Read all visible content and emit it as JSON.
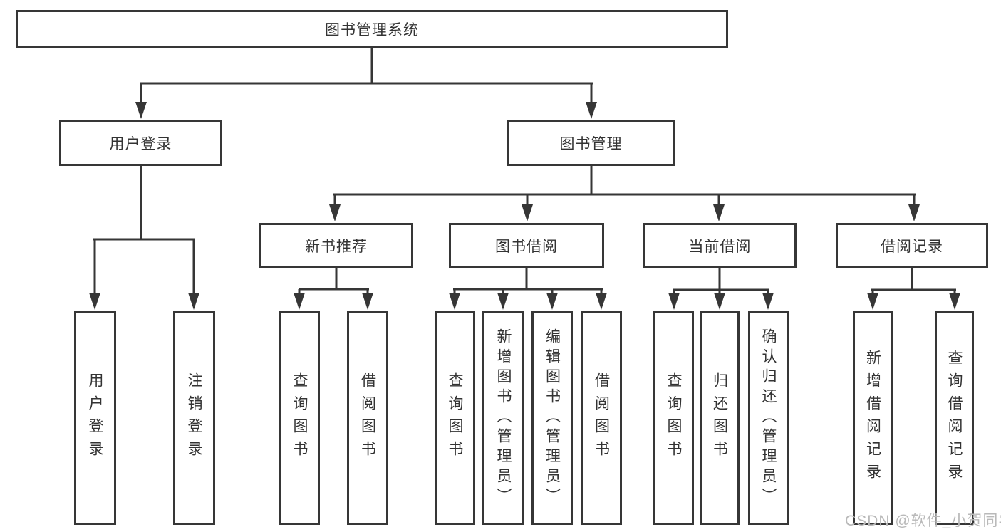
{
  "diagram": {
    "title": "图书管理系统",
    "root": {
      "label": "图书管理系统"
    },
    "level2": [
      {
        "label": "用户登录"
      },
      {
        "label": "图书管理"
      }
    ],
    "level3": [
      {
        "label": "新书推荐",
        "parent": "图书管理"
      },
      {
        "label": "图书借阅",
        "parent": "图书管理"
      },
      {
        "label": "当前借阅",
        "parent": "图书管理"
      },
      {
        "label": "借阅记录",
        "parent": "图书管理"
      }
    ],
    "leaves": [
      {
        "label": "用户登录",
        "parent": "用户登录"
      },
      {
        "label": "注销登录",
        "parent": "用户登录"
      },
      {
        "label": "查询图书",
        "parent": "新书推荐"
      },
      {
        "label": "借阅图书",
        "parent": "新书推荐"
      },
      {
        "label": "查询图书",
        "parent": "图书借阅"
      },
      {
        "label": "新增图书（管理员）",
        "parent": "图书借阅"
      },
      {
        "label": "编辑图书（管理员）",
        "parent": "图书借阅"
      },
      {
        "label": "借阅图书",
        "parent": "图书借阅"
      },
      {
        "label": "查询图书",
        "parent": "当前借阅"
      },
      {
        "label": "归还图书",
        "parent": "当前借阅"
      },
      {
        "label": "确认归还（管理员）",
        "parent": "当前借阅"
      },
      {
        "label": "新增借阅记录",
        "parent": "借阅记录"
      },
      {
        "label": "查询借阅记录",
        "parent": "借阅记录"
      }
    ],
    "colors": {
      "line": "#363636",
      "box_border": "#363636",
      "box_fill": "#ffffff",
      "text": "#333333",
      "background": "#ffffff"
    }
  },
  "watermark": {
    "text": "CSDN @软件_小贺同学",
    "color": "#b9b9b9"
  }
}
